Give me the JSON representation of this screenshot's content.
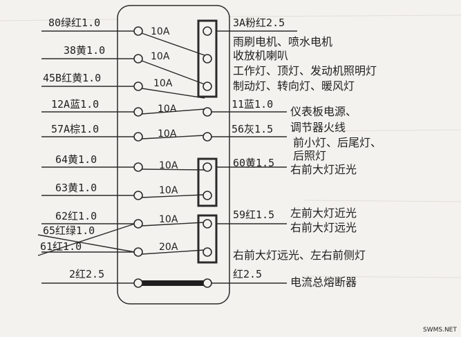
{
  "fuses": [
    {
      "left_label": "80绿红1.0",
      "rating": "10A",
      "right_label": "3A粉红2.5"
    },
    {
      "left_label": "38黄1.0",
      "rating": "10A",
      "right_label": ""
    },
    {
      "left_label": "45B红黄1.0",
      "rating": "10A",
      "right_label": ""
    },
    {
      "left_label": "12A蓝1.0",
      "rating": "10A",
      "right_label": "11蓝1.0"
    },
    {
      "left_label": "57A棕1.0",
      "rating": "10A",
      "right_label": "56灰1.5"
    },
    {
      "left_label": "64黄1.0",
      "rating": "10A",
      "right_label": "60黄1.5"
    },
    {
      "left_label": "63黄1.0",
      "rating": "10A",
      "right_label": ""
    },
    {
      "left_label": "62红1.0",
      "rating": "10A",
      "right_label": "59红1.5"
    },
    {
      "left_label": "61红1.0",
      "rating": "20A",
      "right_label": ""
    }
  ],
  "extra_left_label": "65红绿1.0",
  "main_fuse": {
    "left_label": "2红2.5",
    "right_label": "红2.5",
    "description": "电流总熔断器"
  },
  "descriptions": {
    "d1": "雨刷电机、喷水电机",
    "d2": "收放机喇叭",
    "d3": "工作灯、顶灯、发动机照明灯",
    "d4": "制动灯、转向灯、暖风灯",
    "d5": "仪表板电源、",
    "d6": "调节器火线",
    "d7": "前小灯、后尾灯、",
    "d8": "后照灯",
    "d9": "右前大灯近光",
    "d10": "左前大灯近光",
    "d11": "右前大灯远光",
    "d12": "右前大灯远光、左右前侧灯"
  },
  "watermark": "SWMS.NET"
}
